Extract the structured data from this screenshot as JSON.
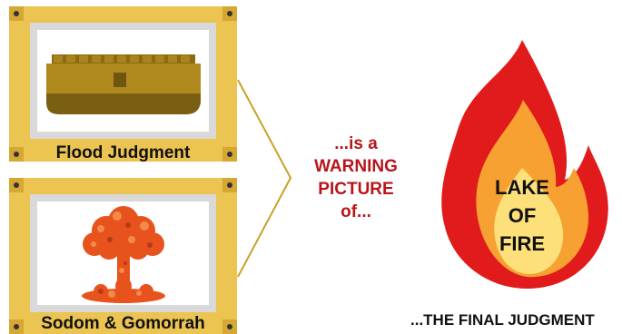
{
  "frames": [
    {
      "caption": "Flood Judgment",
      "picture": "ark"
    },
    {
      "caption": "Sodom & Gomorrah",
      "picture": "mushroom-cloud"
    }
  ],
  "warning_lines": [
    "...is a",
    "WARNING",
    "PICTURE",
    "of..."
  ],
  "fire_label_lines": [
    "LAKE",
    "OF",
    "FIRE"
  ],
  "final_text": "...THE FINAL JUDGMENT",
  "colors": {
    "frame": "#ecc452",
    "frame_corner": "#d6a732",
    "warning_text": "#b8151b",
    "fire_outer": "#e11b1b",
    "fire_middle": "#f6a132",
    "fire_inner": "#fde07a",
    "ark": "#9b7a17",
    "explosion": "#e8531d"
  }
}
